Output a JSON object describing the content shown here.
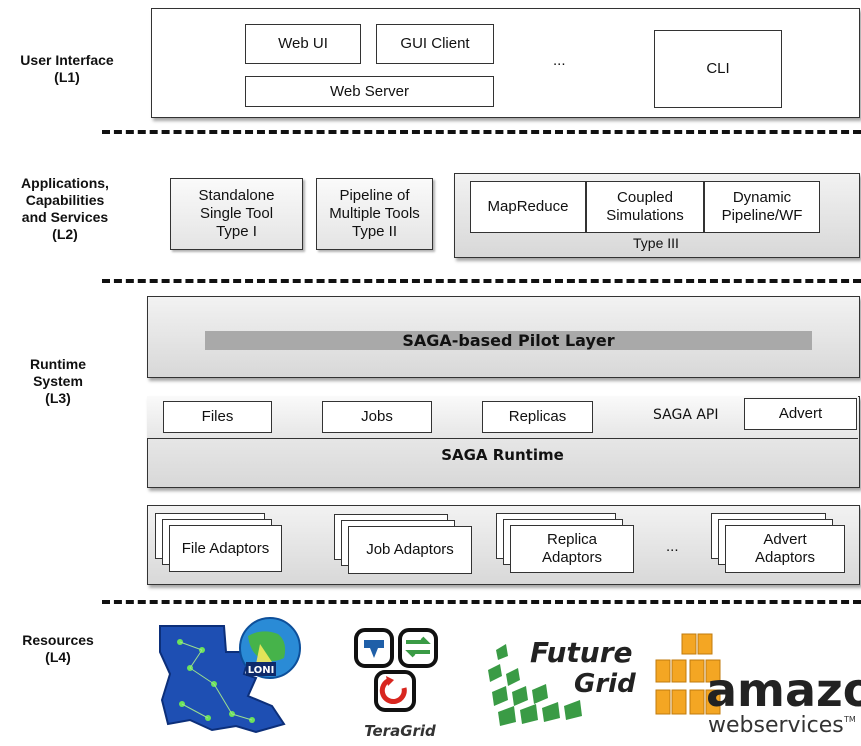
{
  "layers": {
    "l1": {
      "label_line1": "User Interface",
      "label_line2": "(L1)"
    },
    "l2": {
      "label_line1": "Applications,",
      "label_line2": "Capabilities",
      "label_line3": "and Services",
      "label_line4": "(L2)"
    },
    "l3": {
      "label_line1": "Runtime",
      "label_line2": "System",
      "label_line3": "(L3)"
    },
    "l4": {
      "label_line1": "Resources",
      "label_line2": "(L4)"
    }
  },
  "ui": {
    "web_ui": "Web UI",
    "gui_client": "GUI Client",
    "web_server": "Web Server",
    "ellipsis": "...",
    "cli": "CLI"
  },
  "apps": {
    "type1_line1": "Standalone",
    "type1_line2": "Single Tool",
    "type1_line3": "Type I",
    "type2_line1": "Pipeline of",
    "type2_line2": "Multiple Tools",
    "type2_line3": "Type II",
    "mapreduce": "MapReduce",
    "coupled_line1": "Coupled",
    "coupled_line2": "Simulations",
    "dynamic_line1": "Dynamic",
    "dynamic_line2": "Pipeline/WF",
    "type3": "Type III"
  },
  "runtime": {
    "pilot_layer": "SAGA-based Pilot Layer",
    "files": "Files",
    "jobs": "Jobs",
    "replicas": "Replicas",
    "saga_api": "SAGA API",
    "advert": "Advert",
    "saga_runtime": "SAGA Runtime",
    "file_adaptors": "File Adaptors",
    "job_adaptors": "Job Adaptors",
    "replica_line1": "Replica",
    "replica_line2": "Adaptors",
    "ellipsis": "...",
    "advert_line1": "Advert",
    "advert_line2": "Adaptors"
  },
  "resources": {
    "loni_text": "LONI",
    "teragrid": "TeraGrid",
    "futuregrid_line1": "Future",
    "futuregrid_line2": "Grid",
    "amazon": "amazon",
    "webservices": "webservices",
    "tm": "TM"
  },
  "colors": {
    "orange": "#f4a623",
    "teragrid_blue": "#1f5fa8",
    "futuregrid_green": "#3a9b45",
    "loni_blue": "#1e4fb3"
  }
}
